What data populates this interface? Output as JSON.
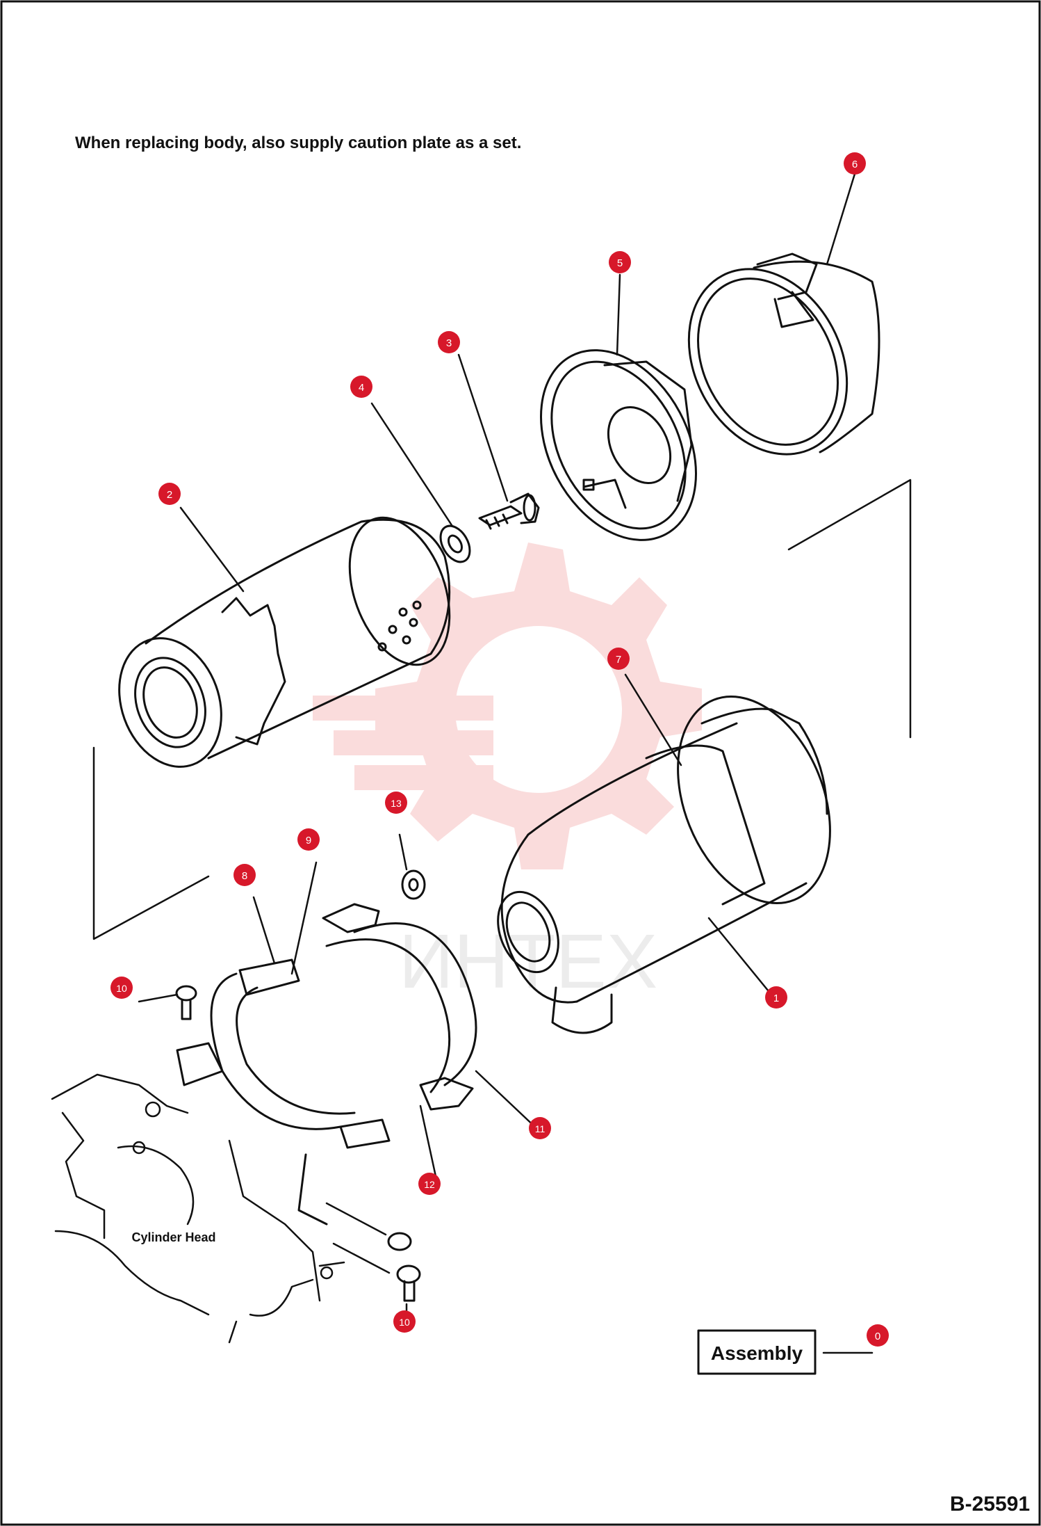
{
  "header": {
    "note": "When replacing body, also supply caution plate as a set."
  },
  "footer": {
    "drawing_code": "B-25591"
  },
  "watermark": {
    "text": "ИНТЕХ",
    "color": "#f2a0a0"
  },
  "callouts": [
    {
      "id": "callout-1",
      "number": "1"
    },
    {
      "id": "callout-2",
      "number": "2"
    },
    {
      "id": "callout-3",
      "number": "3"
    },
    {
      "id": "callout-4",
      "number": "4"
    },
    {
      "id": "callout-5",
      "number": "5"
    },
    {
      "id": "callout-6",
      "number": "6"
    },
    {
      "id": "callout-7",
      "number": "7"
    },
    {
      "id": "callout-8",
      "number": "8"
    },
    {
      "id": "callout-9",
      "number": "9"
    },
    {
      "id": "callout-10a",
      "number": "10"
    },
    {
      "id": "callout-10b",
      "number": "10"
    },
    {
      "id": "callout-11",
      "number": "11"
    },
    {
      "id": "callout-12",
      "number": "12"
    },
    {
      "id": "callout-13",
      "number": "13"
    },
    {
      "id": "callout-0",
      "number": "0"
    }
  ],
  "labels": {
    "cylinder_head": "Cylinder Head",
    "assembly": "Assembly"
  },
  "colors": {
    "callout_fill": "#d7182a",
    "callout_text": "#ffffff",
    "line": "#111111"
  }
}
